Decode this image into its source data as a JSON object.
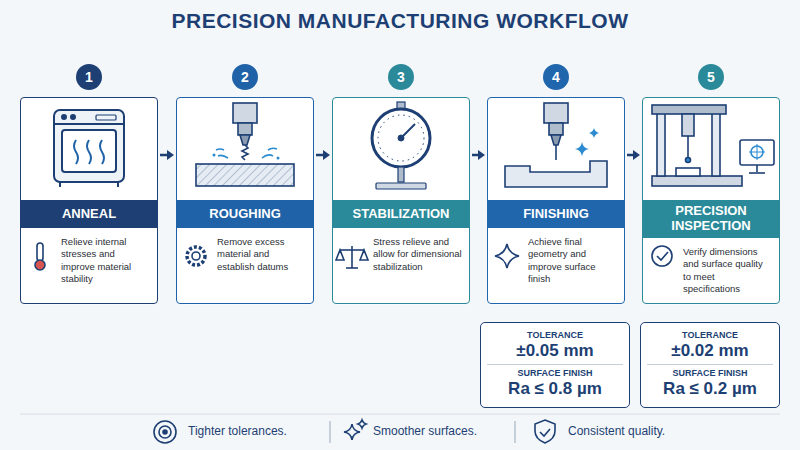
{
  "diagram": {
    "title": "PRECISION MANUFACTURING WORKFLOW",
    "nodes": [
      {
        "text": [
          "1"
        ]
      },
      {
        "text": [
          "Relieve internal stresses and improve material stability"
        ]
      },
      {
        "text": [
          "ANNEAL"
        ],
        "in": 1
      },
      {
        "text": [
          "2"
        ]
      },
      {
        "text": [
          "Remove excess material and establish datums"
        ]
      },
      {
        "text": [
          "ROUGHING"
        ],
        "in": 4
      },
      {
        "text": [
          "3"
        ]
      },
      {
        "text": [
          "Stress relieve and allow for dimensional stabilization"
        ]
      },
      {
        "text": [
          "STABILIZATION"
        ],
        "in": 7
      },
      {
        "text": [
          "4"
        ]
      },
      {
        "text": [
          "Achieve final geometry and improve surface finish"
        ]
      },
      {
        "text": [
          "FINISHING"
        ],
        "in": 10
      },
      {
        "text": [
          "5"
        ]
      },
      {
        "text": [
          "Verify dimensions and surface quality to meet specifications"
        ]
      },
      {
        "text": [
          "PRECISION INSPECTION"
        ],
        "in": 13
      },
      {
        "text": [
          "TOLERANCE",
          "±0.05 mm",
          "SURFACE FINISH",
          "Ra ≤ 0.8 µm"
        ]
      },
      {
        "text": [
          "TOLERANCE",
          "±0.02 mm",
          "SURFACE FINISH",
          "Ra ≤ 0.2 µm"
        ]
      }
    ],
    "edges": [
      {
        "from": 1,
        "to": 4,
        "arrow": "to"
      },
      {
        "from": 4,
        "to": 7,
        "arrow": "to"
      },
      {
        "from": 7,
        "to": 10,
        "arrow": "to"
      },
      {
        "from": 10,
        "to": 13,
        "arrow": "to"
      }
    ],
    "labels": [
      "Tighter tolerances.",
      "Smoother surfaces.",
      "Consistent quality."
    ]
  }
}
